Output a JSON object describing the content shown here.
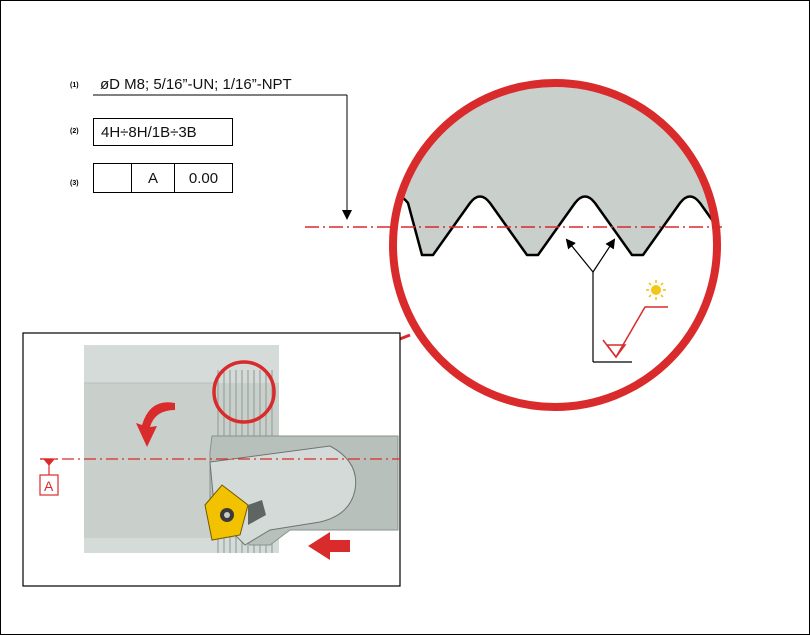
{
  "callouts": [
    {
      "num": "(1)",
      "text": "øD M8; 5/16”-UN; 1/16”-NPT"
    },
    {
      "num": "(2)",
      "text": "4H÷8H/1B÷3B"
    },
    {
      "num": "(3)",
      "cells": [
        "",
        "A",
        "0.00"
      ]
    }
  ],
  "datum": {
    "label": "A"
  },
  "colors": {
    "accent_red": "#d92b2b",
    "steel_gray": "#c9d0cc",
    "insert_yellow": "#f2c200",
    "sun_yellow": "#f5c518"
  },
  "icons": [
    "rotation-arrow-icon",
    "feed-arrow-icon",
    "sun-icon",
    "surface-finish-icon",
    "leader-arrow-icon"
  ]
}
